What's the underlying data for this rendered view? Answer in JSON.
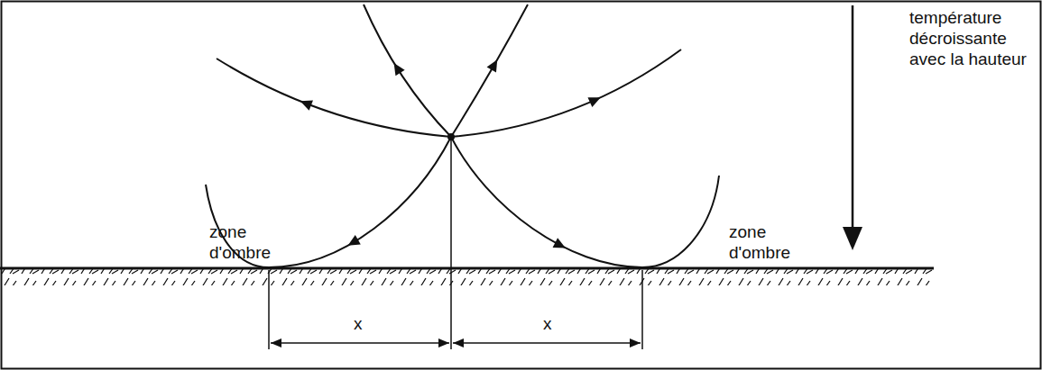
{
  "diagram": {
    "labels": [
      "zone d'ombre",
      "zone d'ombre",
      "température décroissante avec la hauteur",
      "x",
      "x"
    ]
  }
}
